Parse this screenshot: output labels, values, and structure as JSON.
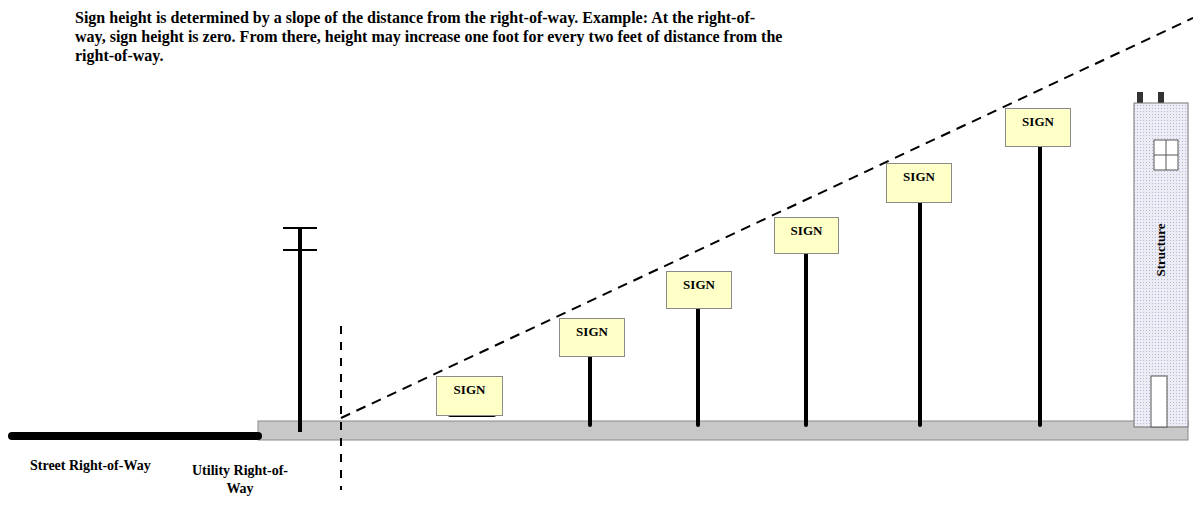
{
  "diagram": {
    "nodes": [
      {
        "text": [
          "SIGN"
        ]
      },
      {
        "text": [
          "SIGN"
        ]
      },
      {
        "text": [
          "SIGN"
        ]
      },
      {
        "text": [
          "SIGN"
        ]
      },
      {
        "text": [
          "SIGN"
        ]
      },
      {
        "text": [
          "SIGN"
        ]
      },
      {
        "text": [
          "Structure"
        ]
      }
    ],
    "labels": [
      "Sign height is determined by a slope of the distance from the right-of-way. Example: At the right-of-way, sign height is zero. From there, height may increase one foot for every two feet of distance from the right-of-way.",
      "Street Right-of-Way",
      "Utility Right-of-Way"
    ]
  }
}
